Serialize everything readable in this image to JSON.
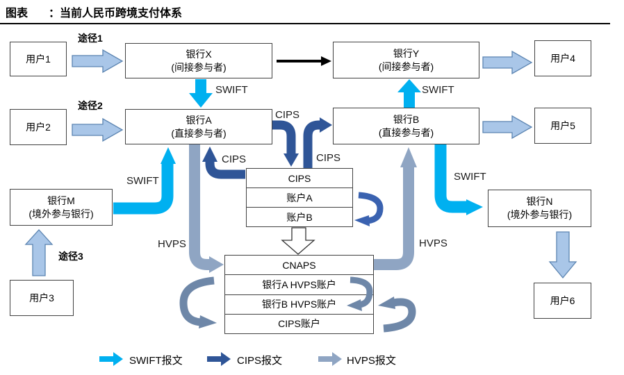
{
  "title": {
    "label": "图表",
    "colon": "：",
    "text": "当前人民币跨境支付体系"
  },
  "nodes": {
    "user1": "用户1",
    "user2": "用户2",
    "user3": "用户3",
    "user4": "用户4",
    "user5": "用户5",
    "user6": "用户6",
    "bankX": {
      "name": "银行X",
      "role": "(间接参与者)"
    },
    "bankY": {
      "name": "银行Y",
      "role": "(间接参与者)"
    },
    "bankA": {
      "name": "银行A",
      "role": "(直接参与者)"
    },
    "bankB": {
      "name": "银行B",
      "role": "(直接参与者)"
    },
    "bankM": {
      "name": "银行M",
      "role": "(境外参与银行)"
    },
    "bankN": {
      "name": "银行N",
      "role": "(境外参与银行)"
    }
  },
  "cips_box": {
    "rows": [
      "CIPS",
      "账户A",
      "账户B"
    ]
  },
  "cnaps_box": {
    "rows": [
      "CNAPS",
      "银行A HVPS账户",
      "银行B HVPS账户",
      "CIPS账户"
    ]
  },
  "path_labels": {
    "path1": "途径1",
    "path2": "途径2",
    "path3": "途径3"
  },
  "flow_labels": {
    "swift": "SWIFT",
    "cips": "CIPS",
    "hvps": "HVPS"
  },
  "legend": [
    {
      "label": "SWIFT报文",
      "color": "#00B0F0"
    },
    {
      "label": "CIPS报文",
      "color": "#2F5597"
    },
    {
      "label": "HVPS报文",
      "color": "#8FA5C3"
    }
  ],
  "colors": {
    "swift": "#00B0F0",
    "cips": "#2F5597",
    "cips_light": "#3A62B0",
    "hvps": "#8FA5C3",
    "hvps_dark": "#6E87A8",
    "user_arrow_fill": "#A9C6E8",
    "user_arrow_border": "#5B84B1",
    "black_arrow": "#000000"
  }
}
